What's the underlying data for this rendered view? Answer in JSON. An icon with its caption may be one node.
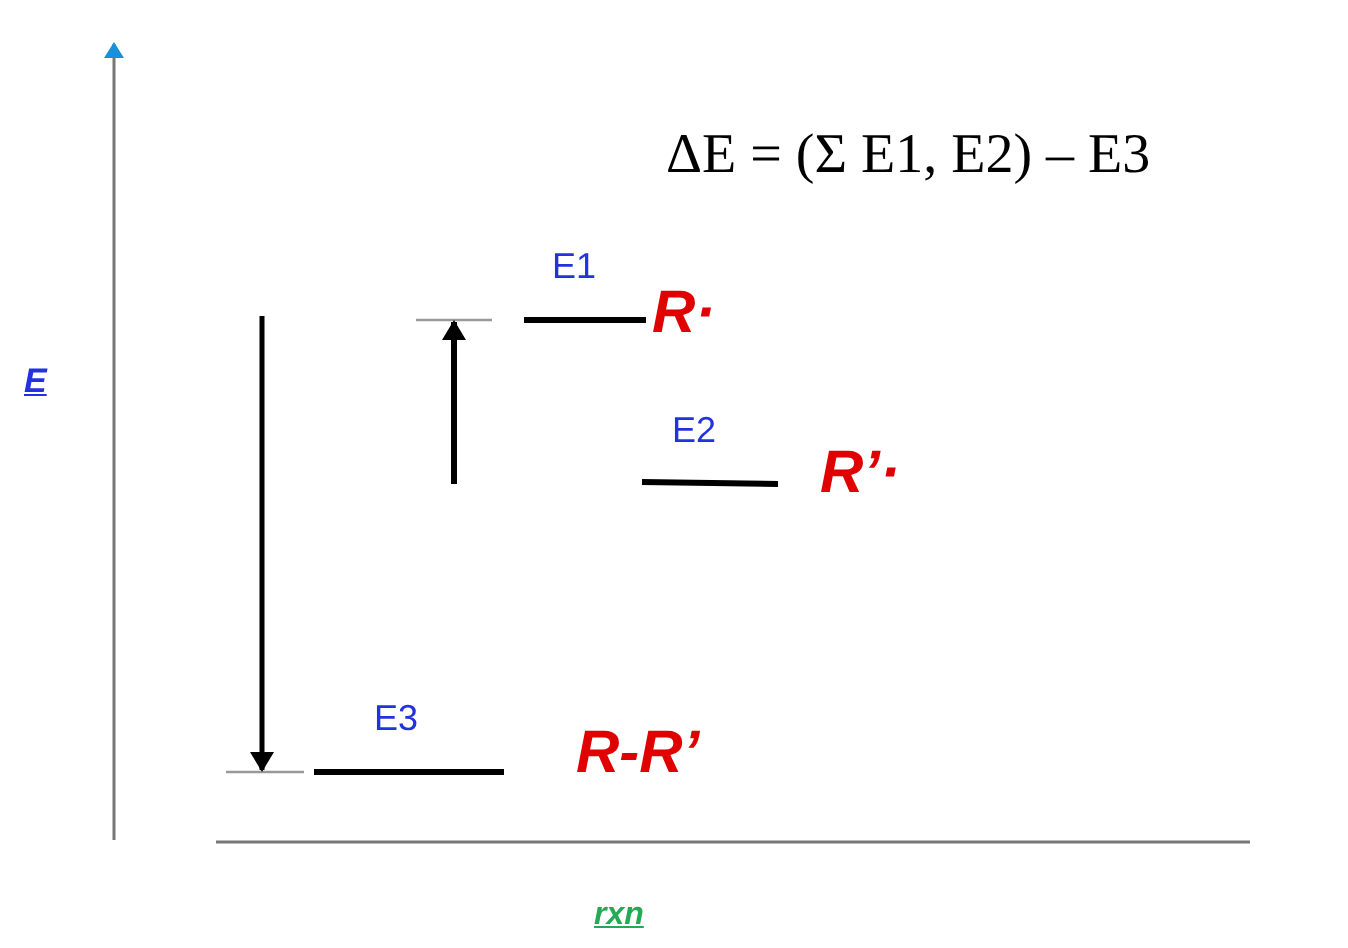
{
  "diagram": {
    "labels": [
      "ΔE = (Σ E1, E2) – E3",
      "E",
      "E1",
      "R·",
      "E2",
      "R’·",
      "E3",
      "R-R’",
      "rxn"
    ]
  }
}
